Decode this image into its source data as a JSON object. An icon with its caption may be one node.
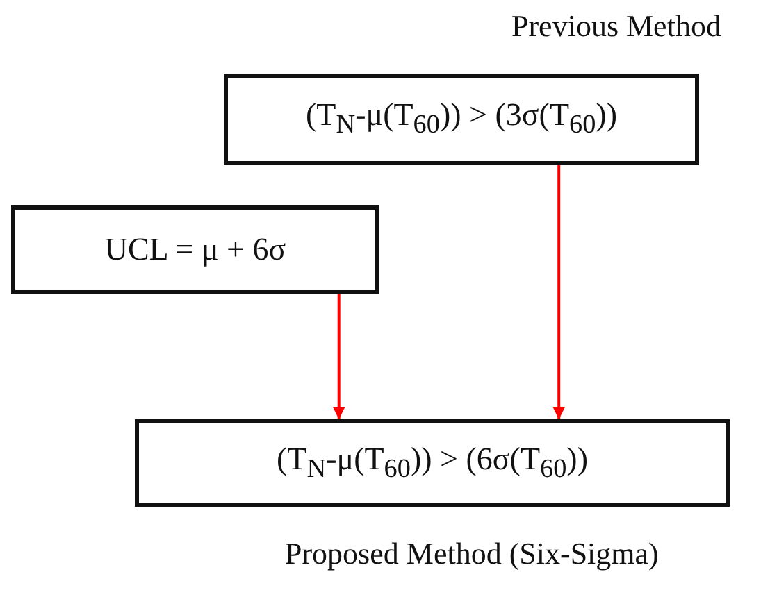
{
  "diagram": {
    "nodes": [
      {
        "text": [
          "(T$_{N}$-μ(T$_{60}$)) > (3σ(T$_{60}$))"
        ],
        "beside": [
          "Previous Method"
        ]
      },
      {
        "text": [
          "UCL = μ + 6σ"
        ]
      },
      {
        "text": [
          "(T$_{N}$-μ(T$_{60}$)) > (6σ(T$_{60}$))"
        ],
        "beside": [
          "Proposed Method (Six-Sigma)"
        ]
      }
    ],
    "edges": [
      {
        "from": 1,
        "to": 2,
        "arrow": "to",
        "color": "#ff0000"
      },
      {
        "from": 0,
        "to": 2,
        "arrow": "to",
        "color": "#ff0000"
      }
    ]
  }
}
